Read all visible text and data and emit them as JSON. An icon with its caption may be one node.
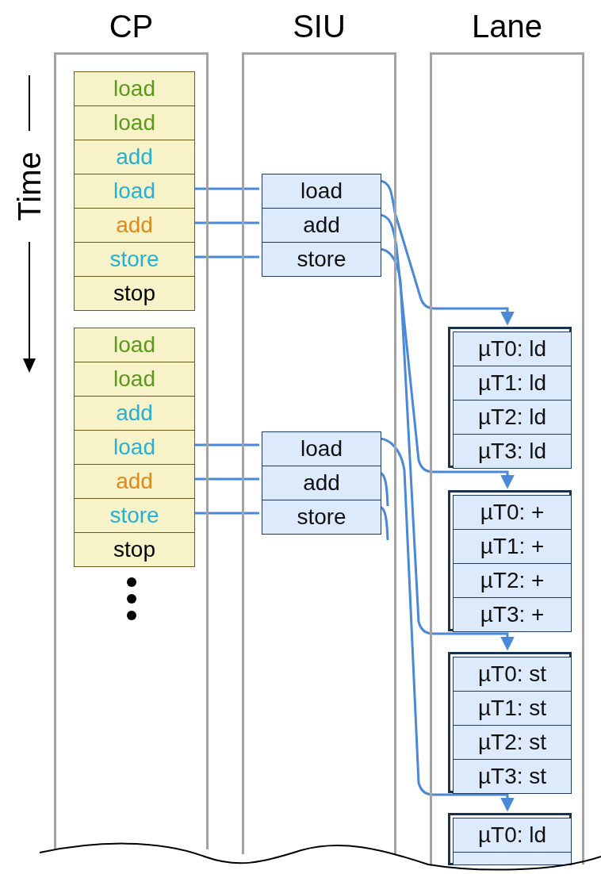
{
  "diagram": {
    "nodes": [
      {
        "text": [
          "CP"
        ]
      },
      {
        "text": [
          "load"
        ],
        "in": 0
      },
      {
        "text": [
          "load"
        ],
        "in": 0
      },
      {
        "text": [
          "add"
        ],
        "in": 0
      },
      {
        "text": [
          "load"
        ],
        "in": 0
      },
      {
        "text": [
          "add"
        ],
        "in": 0
      },
      {
        "text": [
          "store"
        ],
        "in": 0
      },
      {
        "text": [
          "stop"
        ],
        "in": 0
      },
      {
        "text": [
          "load"
        ],
        "in": 0
      },
      {
        "text": [
          "load"
        ],
        "in": 0
      },
      {
        "text": [
          "add"
        ],
        "in": 0
      },
      {
        "text": [
          "load"
        ],
        "in": 0
      },
      {
        "text": [
          "add"
        ],
        "in": 0
      },
      {
        "text": [
          "store"
        ],
        "in": 0
      },
      {
        "text": [
          "stop"
        ],
        "in": 0
      },
      {
        "text": [
          "SIU"
        ]
      },
      {
        "text": [
          "load"
        ],
        "in": 15
      },
      {
        "text": [
          "add"
        ],
        "in": 15
      },
      {
        "text": [
          "store"
        ],
        "in": 15
      },
      {
        "text": [
          "load"
        ],
        "in": 15
      },
      {
        "text": [
          "add"
        ],
        "in": 15
      },
      {
        "text": [
          "store"
        ],
        "in": 15
      },
      {
        "text": [
          "Lane"
        ]
      },
      {
        "text": [],
        "shape": "box",
        "in": 22
      },
      {
        "text": [
          "µT0: ld"
        ],
        "in": 23
      },
      {
        "text": [
          "µT1: ld"
        ],
        "in": 23
      },
      {
        "text": [
          "µT2: ld"
        ],
        "in": 23
      },
      {
        "text": [
          "µT3: ld"
        ],
        "in": 23
      },
      {
        "text": [],
        "shape": "box",
        "in": 22
      },
      {
        "text": [
          "µT0: +"
        ],
        "in": 28
      },
      {
        "text": [
          "µT1: +"
        ],
        "in": 28
      },
      {
        "text": [
          "µT2: +"
        ],
        "in": 28
      },
      {
        "text": [
          "µT3: +"
        ],
        "in": 28
      },
      {
        "text": [],
        "shape": "box",
        "in": 22
      },
      {
        "text": [
          "µT0: st"
        ],
        "in": 33
      },
      {
        "text": [
          "µT1: st"
        ],
        "in": 33
      },
      {
        "text": [
          "µT2: st"
        ],
        "in": 33
      },
      {
        "text": [
          "µT3: st"
        ],
        "in": 33
      },
      {
        "text": [],
        "shape": "box",
        "in": 22
      },
      {
        "text": [
          "µT0: ld"
        ],
        "in": 38
      },
      {
        "text": [],
        "shape": "box",
        "in": 38
      }
    ],
    "edges": [
      {
        "from": 4,
        "to": 16,
        "arrow": "none"
      },
      {
        "from": 5,
        "to": 17,
        "arrow": "none"
      },
      {
        "from": 6,
        "to": 18,
        "arrow": "none"
      },
      {
        "from": 11,
        "to": 19,
        "arrow": "none"
      },
      {
        "from": 12,
        "to": 20,
        "arrow": "none"
      },
      {
        "from": 13,
        "to": 21,
        "arrow": "none"
      },
      {
        "from": 16,
        "to": 23,
        "arrow": "to"
      },
      {
        "from": 17,
        "to": 28,
        "arrow": "to"
      },
      {
        "from": 18,
        "to": 33,
        "arrow": "to"
      },
      {
        "from": 19,
        "to": 38,
        "arrow": "to"
      },
      {
        "from": 20,
        "to": null,
        "arrow": "none"
      },
      {
        "from": 21,
        "to": null,
        "arrow": "none"
      }
    ],
    "labels": [
      "Time"
    ]
  }
}
